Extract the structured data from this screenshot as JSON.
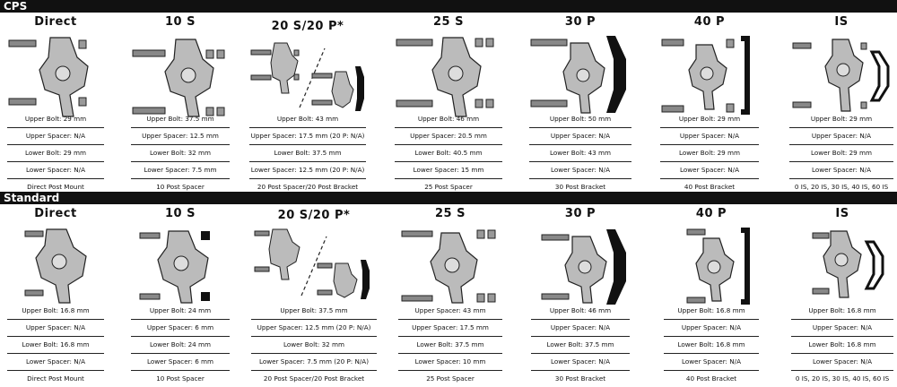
{
  "sections": [
    {
      "label": "CPS",
      "columns": [
        {
          "title": "Direct",
          "rows": [
            "Upper Bolt: 29 mm",
            "Upper Spacer: N/A",
            "Lower Bolt: 29 mm",
            "Lower Spacer: N/A",
            "Direct Post Mount"
          ]
        },
        {
          "title": "10 S",
          "rows": [
            "Upper Bolt: 37.5 mm",
            "Upper Spacer: 12.5 mm",
            "Lower Bolt: 32 mm",
            "Lower Spacer: 7.5 mm",
            "10 Post Spacer"
          ]
        },
        {
          "title": "20 S/20 P*",
          "rows": [
            "Upper Bolt: 43 mm",
            "Upper Spacer: 17.5 mm (20 P: N/A)",
            "Lower Bolt: 37.5 mm",
            "Lower Spacer: 12.5 mm (20 P: N/A)",
            "20 Post Spacer/20 Post Bracket"
          ]
        },
        {
          "title": "25 S",
          "rows": [
            "Upper Bolt: 46 mm",
            "Upper Spacer: 20.5 mm",
            "Lower Bolt: 40.5 mm",
            "Lower Spacer: 15 mm",
            "25 Post Spacer"
          ]
        },
        {
          "title": "30 P",
          "rows": [
            "Upper Bolt: 50 mm",
            "Upper Spacer: N/A",
            "Lower Bolt: 43 mm",
            "Lower Spacer: N/A",
            "30 Post Bracket"
          ]
        },
        {
          "title": "40 P",
          "rows": [
            "Upper Bolt: 29 mm",
            "Upper Spacer: N/A",
            "Lower Bolt: 29 mm",
            "Lower Spacer: N/A",
            "40 Post Bracket"
          ]
        },
        {
          "title": "IS",
          "rows": [
            "Upper Bolt: 29 mm",
            "Upper Spacer: N/A",
            "Lower Bolt: 29 mm",
            "Lower Spacer: N/A",
            "0 IS, 20 IS, 30 IS, 40 IS, 60 IS"
          ]
        }
      ]
    },
    {
      "label": "Standard",
      "columns": [
        {
          "title": "Direct",
          "rows": [
            "Upper Bolt: 16.8 mm",
            "Upper Spacer: N/A",
            "Lower Bolt: 16.8 mm",
            "Lower Spacer: N/A",
            "Direct Post Mount"
          ]
        },
        {
          "title": "10 S",
          "rows": [
            "Upper Bolt: 24 mm",
            "Upper Spacer: 6 mm",
            "Lower Bolt: 24 mm",
            "Lower Spacer: 6 mm",
            "10 Post Spacer"
          ]
        },
        {
          "title": "20 S/20 P*",
          "rows": [
            "Upper Bolt: 37.5 mm",
            "Upper Spacer: 12.5 mm (20 P: N/A)",
            "Lower Bolt: 32 mm",
            "Lower Spacer: 7.5 mm (20 P: N/A)",
            "20 Post Spacer/20 Post Bracket"
          ]
        },
        {
          "title": "25 S",
          "rows": [
            "Upper Spacer: 43 mm",
            "Upper Spacer: 17.5 mm",
            "Lower Bolt: 37.5 mm",
            "Lower Spacer: 10 mm",
            "25 Post Spacer"
          ]
        },
        {
          "title": "30 P",
          "rows": [
            "Upper Bolt: 46 mm",
            "Upper Spacer: N/A",
            "Lower Bolt: 37.5 mm",
            "Lower Spacer: N/A",
            "30 Post Bracket"
          ]
        },
        {
          "title": "40 P",
          "rows": [
            "Upper Bolt: 16.8 mm",
            "Upper Spacer: N/A",
            "Lower Bolt: 16.8 mm",
            "Lower Spacer: N/A",
            "40 Post Bracket"
          ]
        },
        {
          "title": "IS",
          "rows": [
            "Upper Bolt: 16.8 mm",
            "Upper Spacer: N/A",
            "Lower Bolt: 16.8 mm",
            "Lower Spacer: N/A",
            "0 IS, 20 IS, 30 IS, 40 IS, 60 IS"
          ]
        }
      ]
    }
  ]
}
